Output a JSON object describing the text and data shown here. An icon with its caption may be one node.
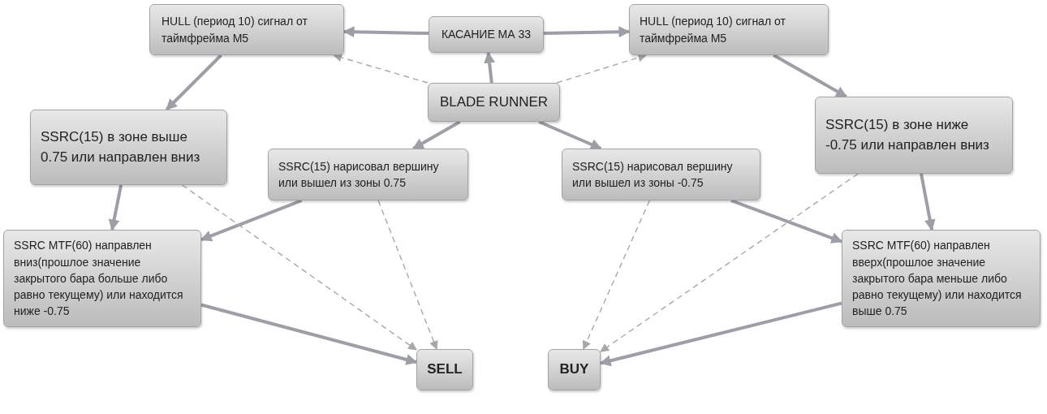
{
  "diagram": {
    "nodes": [
      {
        "text": [
          "HULL (период 10) сигнал от таймфрейма M5"
        ]
      },
      {
        "text": [
          "КАСАНИЕ МА 33"
        ]
      },
      {
        "text": [
          "HULL (период 10) сигнал от таймфрейма M5"
        ]
      },
      {
        "text": [
          "BLADE RUNNER"
        ]
      },
      {
        "text": [
          "SSRC(15) в зоне выше 0.75 или направлен вниз"
        ]
      },
      {
        "text": [
          "SSRC(15) нарисовал вершину или вышел из зоны 0.75"
        ]
      },
      {
        "text": [
          "SSRC(15) нарисовал вершину или вышел из зоны -0.75"
        ]
      },
      {
        "text": [
          "SSRC(15) в зоне ниже -0.75 или направлен вниз"
        ]
      },
      {
        "text": [
          "SSRC MTF(60) направлен вниз(прошлое значение закрытого бара больше либо равно текущему) или находится ниже -0.75"
        ]
      },
      {
        "text": [
          "SSRC MTF(60) направлен вверх(прошлое значение закрытого бара меньше либо равно текущему) или находится выше 0.75"
        ]
      },
      {
        "text": [
          "SELL"
        ]
      },
      {
        "text": [
          "BUY"
        ]
      }
    ],
    "edges": [
      {
        "from": 1,
        "to": 0,
        "arrow": "to"
      },
      {
        "from": 1,
        "to": 2,
        "arrow": "to"
      },
      {
        "from": 3,
        "to": 1,
        "arrow": "to"
      },
      {
        "from": 3,
        "to": 0,
        "arrow": "to",
        "style": "dashed"
      },
      {
        "from": 3,
        "to": 2,
        "arrow": "to",
        "style": "dashed"
      },
      {
        "from": 0,
        "to": 4,
        "arrow": "to"
      },
      {
        "from": 2,
        "to": 7,
        "arrow": "to"
      },
      {
        "from": 3,
        "to": 5,
        "arrow": "to"
      },
      {
        "from": 3,
        "to": 6,
        "arrow": "to"
      },
      {
        "from": 4,
        "to": 8,
        "arrow": "to"
      },
      {
        "from": 7,
        "to": 9,
        "arrow": "to"
      },
      {
        "from": 5,
        "to": 8,
        "arrow": "to"
      },
      {
        "from": 6,
        "to": 9,
        "arrow": "to"
      },
      {
        "from": 8,
        "to": 10,
        "arrow": "to"
      },
      {
        "from": 9,
        "to": 11,
        "arrow": "to"
      },
      {
        "from": 4,
        "to": 10,
        "arrow": "to",
        "style": "dashed"
      },
      {
        "from": 5,
        "to": 10,
        "arrow": "to",
        "style": "dashed"
      },
      {
        "from": 6,
        "to": 11,
        "arrow": "to",
        "style": "dashed"
      },
      {
        "from": 7,
        "to": 11,
        "arrow": "to",
        "style": "dashed"
      }
    ]
  }
}
